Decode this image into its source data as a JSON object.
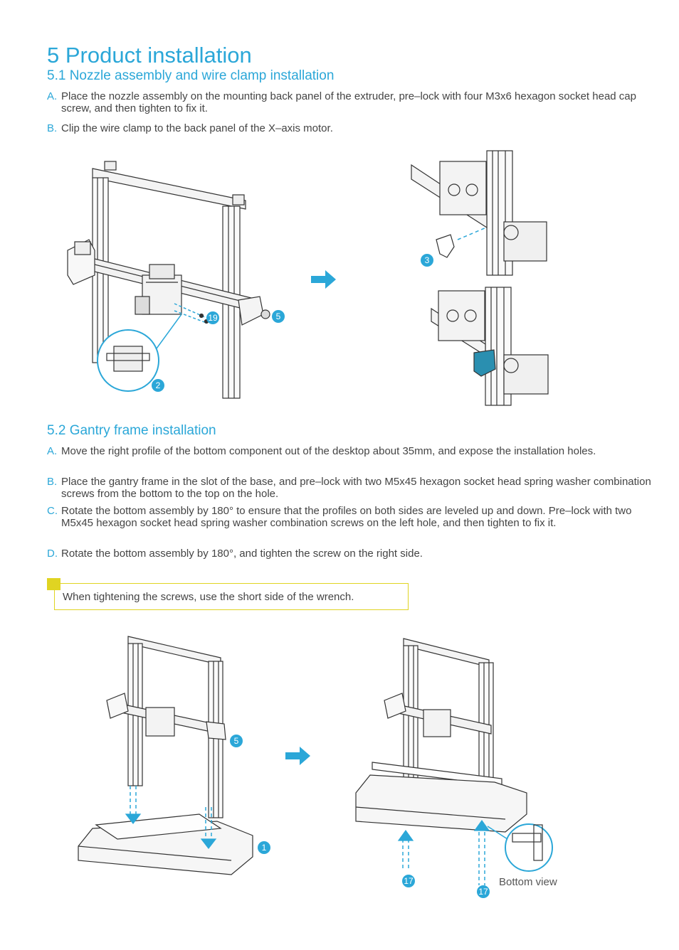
{
  "section": {
    "title": "5  Product installation"
  },
  "sub1": {
    "title": "5.1 Nozzle assembly and wire clamp installation",
    "steps": [
      {
        "letter": "A.",
        "text": "Place the nozzle assembly on the mounting back panel of the extruder, pre–lock with four M3x6 hexagon socket head cap screw, and then tighten to fix it."
      },
      {
        "letter": "B.",
        "text": "Clip the wire clamp to the back panel of the X–axis motor."
      }
    ],
    "callouts": {
      "c19": "19",
      "c5": "5",
      "c2": "2",
      "c3": "3"
    }
  },
  "sub2": {
    "title": "5.2 Gantry frame installation",
    "steps": [
      {
        "letter": "A.",
        "text": "Move the right profile of the bottom component out of the desktop about 35mm, and expose the installation holes."
      },
      {
        "letter": "B.",
        "text": "Place the gantry frame in the slot of the base, and pre–lock with two M5x45 hexagon socket head spring washer combination screws from the bottom to the top on the hole."
      },
      {
        "letter": "C.",
        "text": "Rotate the bottom assembly by 180° to ensure that the profiles on both sides are leveled up and down. Pre–lock with two M5x45 hexagon socket head spring washer combination screws on the left hole, and then tighten to fix it."
      },
      {
        "letter": "D.",
        "text": " Rotate the bottom assembly by 180°, and tighten the screw on the right side."
      }
    ],
    "note": "When tightening the screws, use the short side of the wrench.",
    "callouts": {
      "c5": "5",
      "c1": "1",
      "c17a": "17",
      "c17b": "17"
    },
    "bottom_view": "Bottom view"
  },
  "colors": {
    "accent": "#2ba7d8",
    "note": "#e0d422",
    "line": "#333333"
  },
  "icons": [
    "arrow-right-icon",
    "dashed-arrow-icon",
    "zoom-circle-icon"
  ]
}
